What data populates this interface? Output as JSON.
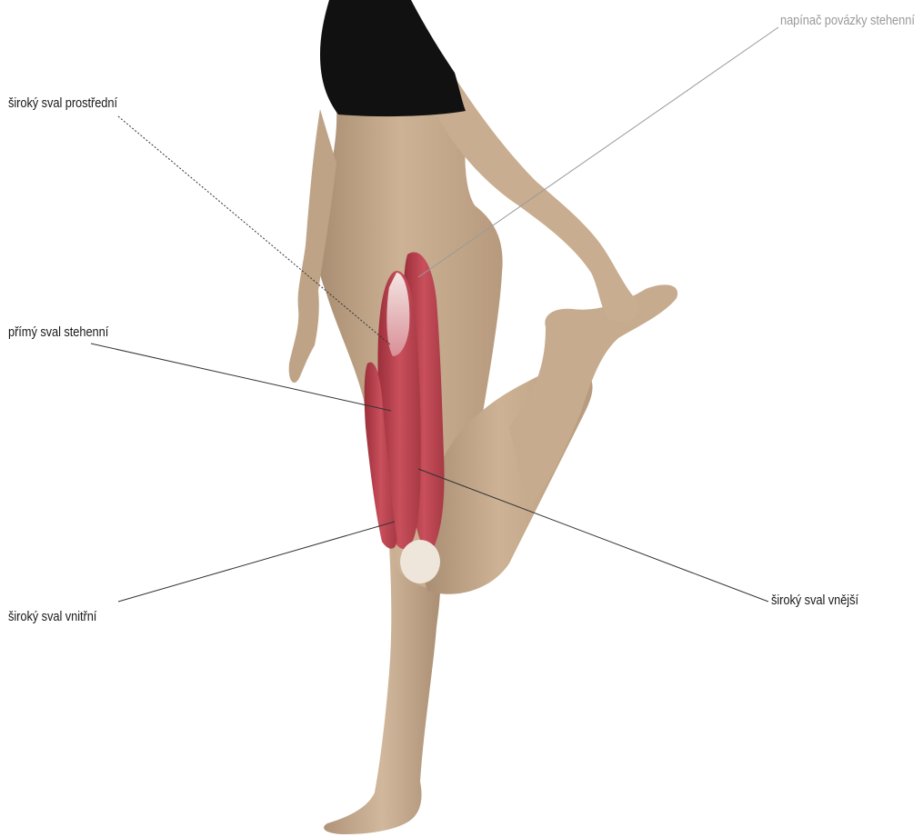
{
  "labels": {
    "tensor_fasciae_latae": "napínač povázky stehenní",
    "vastus_intermedius": "široký sval prostřední",
    "rectus_femoris": "přímý sval stehenní",
    "vastus_medialis": "široký sval vnitřní",
    "vastus_lateralis": "široký sval vnější"
  },
  "colors": {
    "skin": "#c9ad8f",
    "skin_shadow": "#a88d72",
    "muscle": "#c24a55",
    "muscle_dark": "#9b2f3a",
    "top": "#111111",
    "leader_line": "#333333",
    "leader_line_grey": "#9a9a9a"
  }
}
